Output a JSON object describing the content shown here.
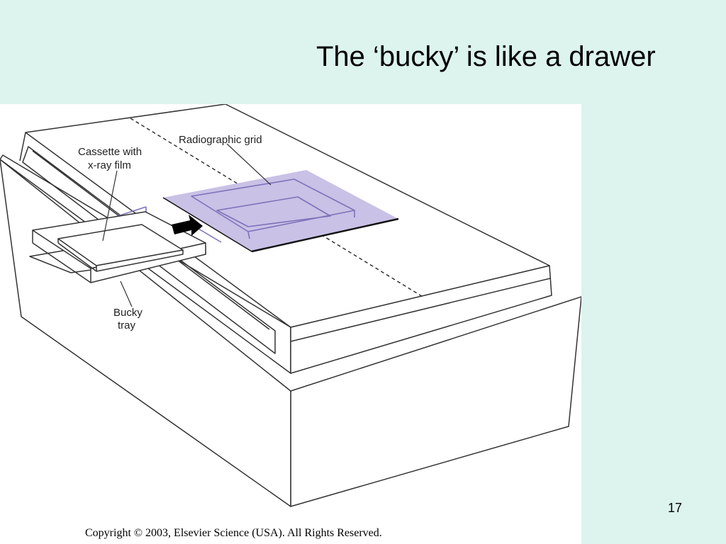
{
  "slide": {
    "title": "The ‘bucky’ is like a drawer",
    "page_number": "17"
  },
  "figure": {
    "labels": {
      "cassette_line1": "Cassette with",
      "cassette_line2": "x-ray film",
      "grid": "Radiographic grid",
      "bucky_line1": "Bucky",
      "bucky_line2": "tray"
    },
    "copyright": "Copyright © 2003, Elsevier Science (USA). All Rights Reserved.",
    "colors": {
      "grid_fill": "#c9c1e6",
      "grid_outline": "#7d72b8",
      "ink": "#333333"
    }
  }
}
